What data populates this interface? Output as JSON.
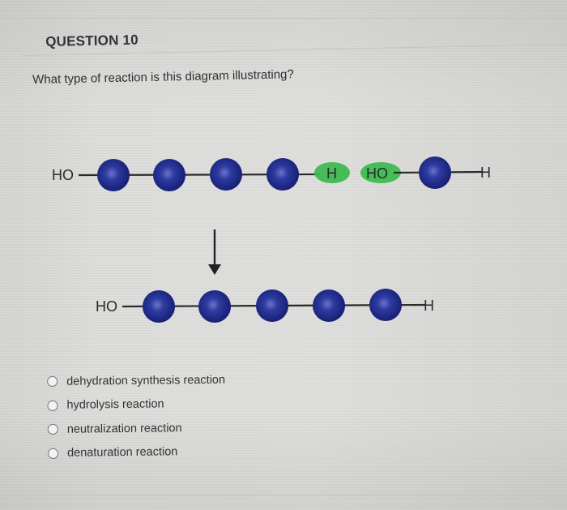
{
  "question": {
    "title": "QUESTION 10",
    "prompt": "What type of reaction is this diagram illustrating?"
  },
  "diagram": {
    "top_left_end": "HO",
    "top_chain_end": "H",
    "top_second_start": "HO",
    "top_second_end": "H",
    "bottom_left_end": "HO",
    "bottom_right_end": "H",
    "highlight_color": "#3dbb4f",
    "monomer_color": "#1f2a8c",
    "top_chain_monomer_count": 4,
    "bottom_chain_monomer_count": 5
  },
  "answers": [
    {
      "label": "dehydration synthesis reaction",
      "selected": false
    },
    {
      "label": "hydrolysis reaction",
      "selected": false
    },
    {
      "label": "neutralization reaction",
      "selected": false
    },
    {
      "label": "denaturation reaction",
      "selected": false
    }
  ]
}
